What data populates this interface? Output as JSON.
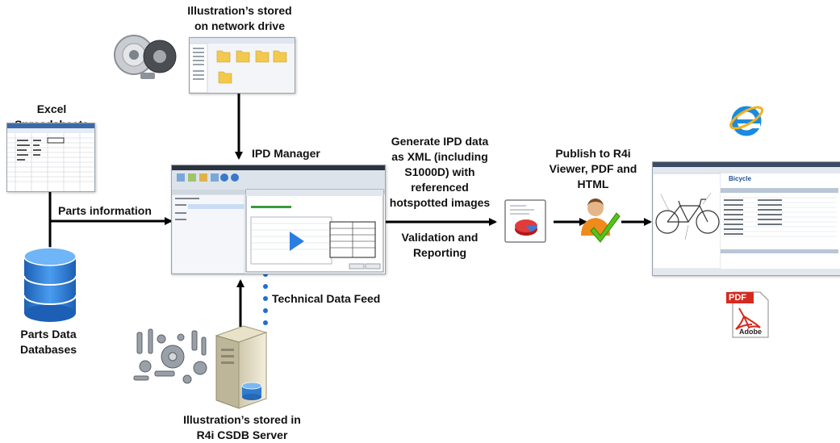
{
  "labels": {
    "network_drive": [
      "Illustration’s stored",
      "on network drive"
    ],
    "excel": "Excel Spreadsheets",
    "ipd_manager": "IPD Manager",
    "parts_information": "Parts information",
    "parts_db": [
      "Parts Data",
      "Databases"
    ],
    "technical_feed": "Technical Data Feed",
    "csdb": [
      "Illustration’s stored in",
      "R4i CSDB Server"
    ],
    "generate": [
      "Generate IPD data",
      "as XML (including",
      "S1000D) with",
      "referenced",
      "hotspotted images"
    ],
    "validation": [
      "Validation and",
      "Reporting"
    ],
    "publish": [
      "Publish to R4i",
      "Viewer, PDF and",
      "HTML"
    ]
  },
  "viewer": {
    "title": "Bicycle"
  },
  "pdf_icon": {
    "top_text": "PDF",
    "bottom_text": "Adobe"
  },
  "colors": {
    "arrow": "#000000",
    "db_blue": "#2f80d8",
    "dots": "#1f6fd1",
    "check": "#55c41a"
  },
  "icons": [
    "clutch-parts-icon",
    "folder-window-icon",
    "spreadsheet-icon",
    "database-icon",
    "ipd-manager-screenshot",
    "server-icon",
    "bolts-parts-icon",
    "report-icon",
    "user-check-icon",
    "internet-explorer-icon",
    "viewer-screenshot",
    "pdf-icon"
  ]
}
